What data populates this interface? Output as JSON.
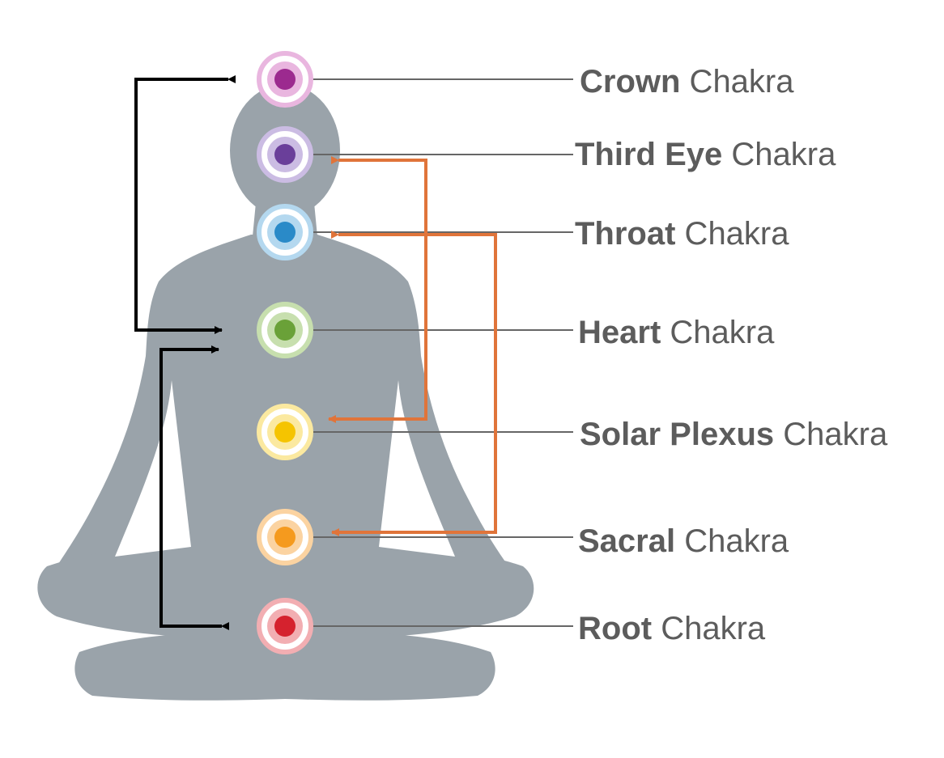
{
  "chakras": [
    {
      "id": "crown",
      "name": "Crown",
      "suffix": " Chakra",
      "color": "#9c2a8f",
      "ring": "#e9b6df"
    },
    {
      "id": "third-eye",
      "name": "Third Eye",
      "suffix": " Chakra",
      "color": "#6a3f9a",
      "ring": "#cbbce3"
    },
    {
      "id": "throat",
      "name": "Throat",
      "suffix": " Chakra",
      "color": "#2a8ac8",
      "ring": "#b4d8ef"
    },
    {
      "id": "heart",
      "name": "Heart",
      "suffix": " Chakra",
      "color": "#6aa138",
      "ring": "#c7dfae"
    },
    {
      "id": "solar-plexus",
      "name": "Solar Plexus",
      "suffix": " Chakra",
      "color": "#f5c400",
      "ring": "#fbe9a0"
    },
    {
      "id": "sacral",
      "name": "Sacral",
      "suffix": " Chakra",
      "color": "#f59a1e",
      "ring": "#fbd3a1"
    },
    {
      "id": "root",
      "name": "Root",
      "suffix": " Chakra",
      "color": "#d5222e",
      "ring": "#f2aeb2"
    }
  ],
  "colors": {
    "silhouette": "#9aa3aa",
    "connector_black": "#000000",
    "connector_orange": "#e0743a",
    "leader_line": "#666666",
    "label_text": "#5c5c5c"
  }
}
